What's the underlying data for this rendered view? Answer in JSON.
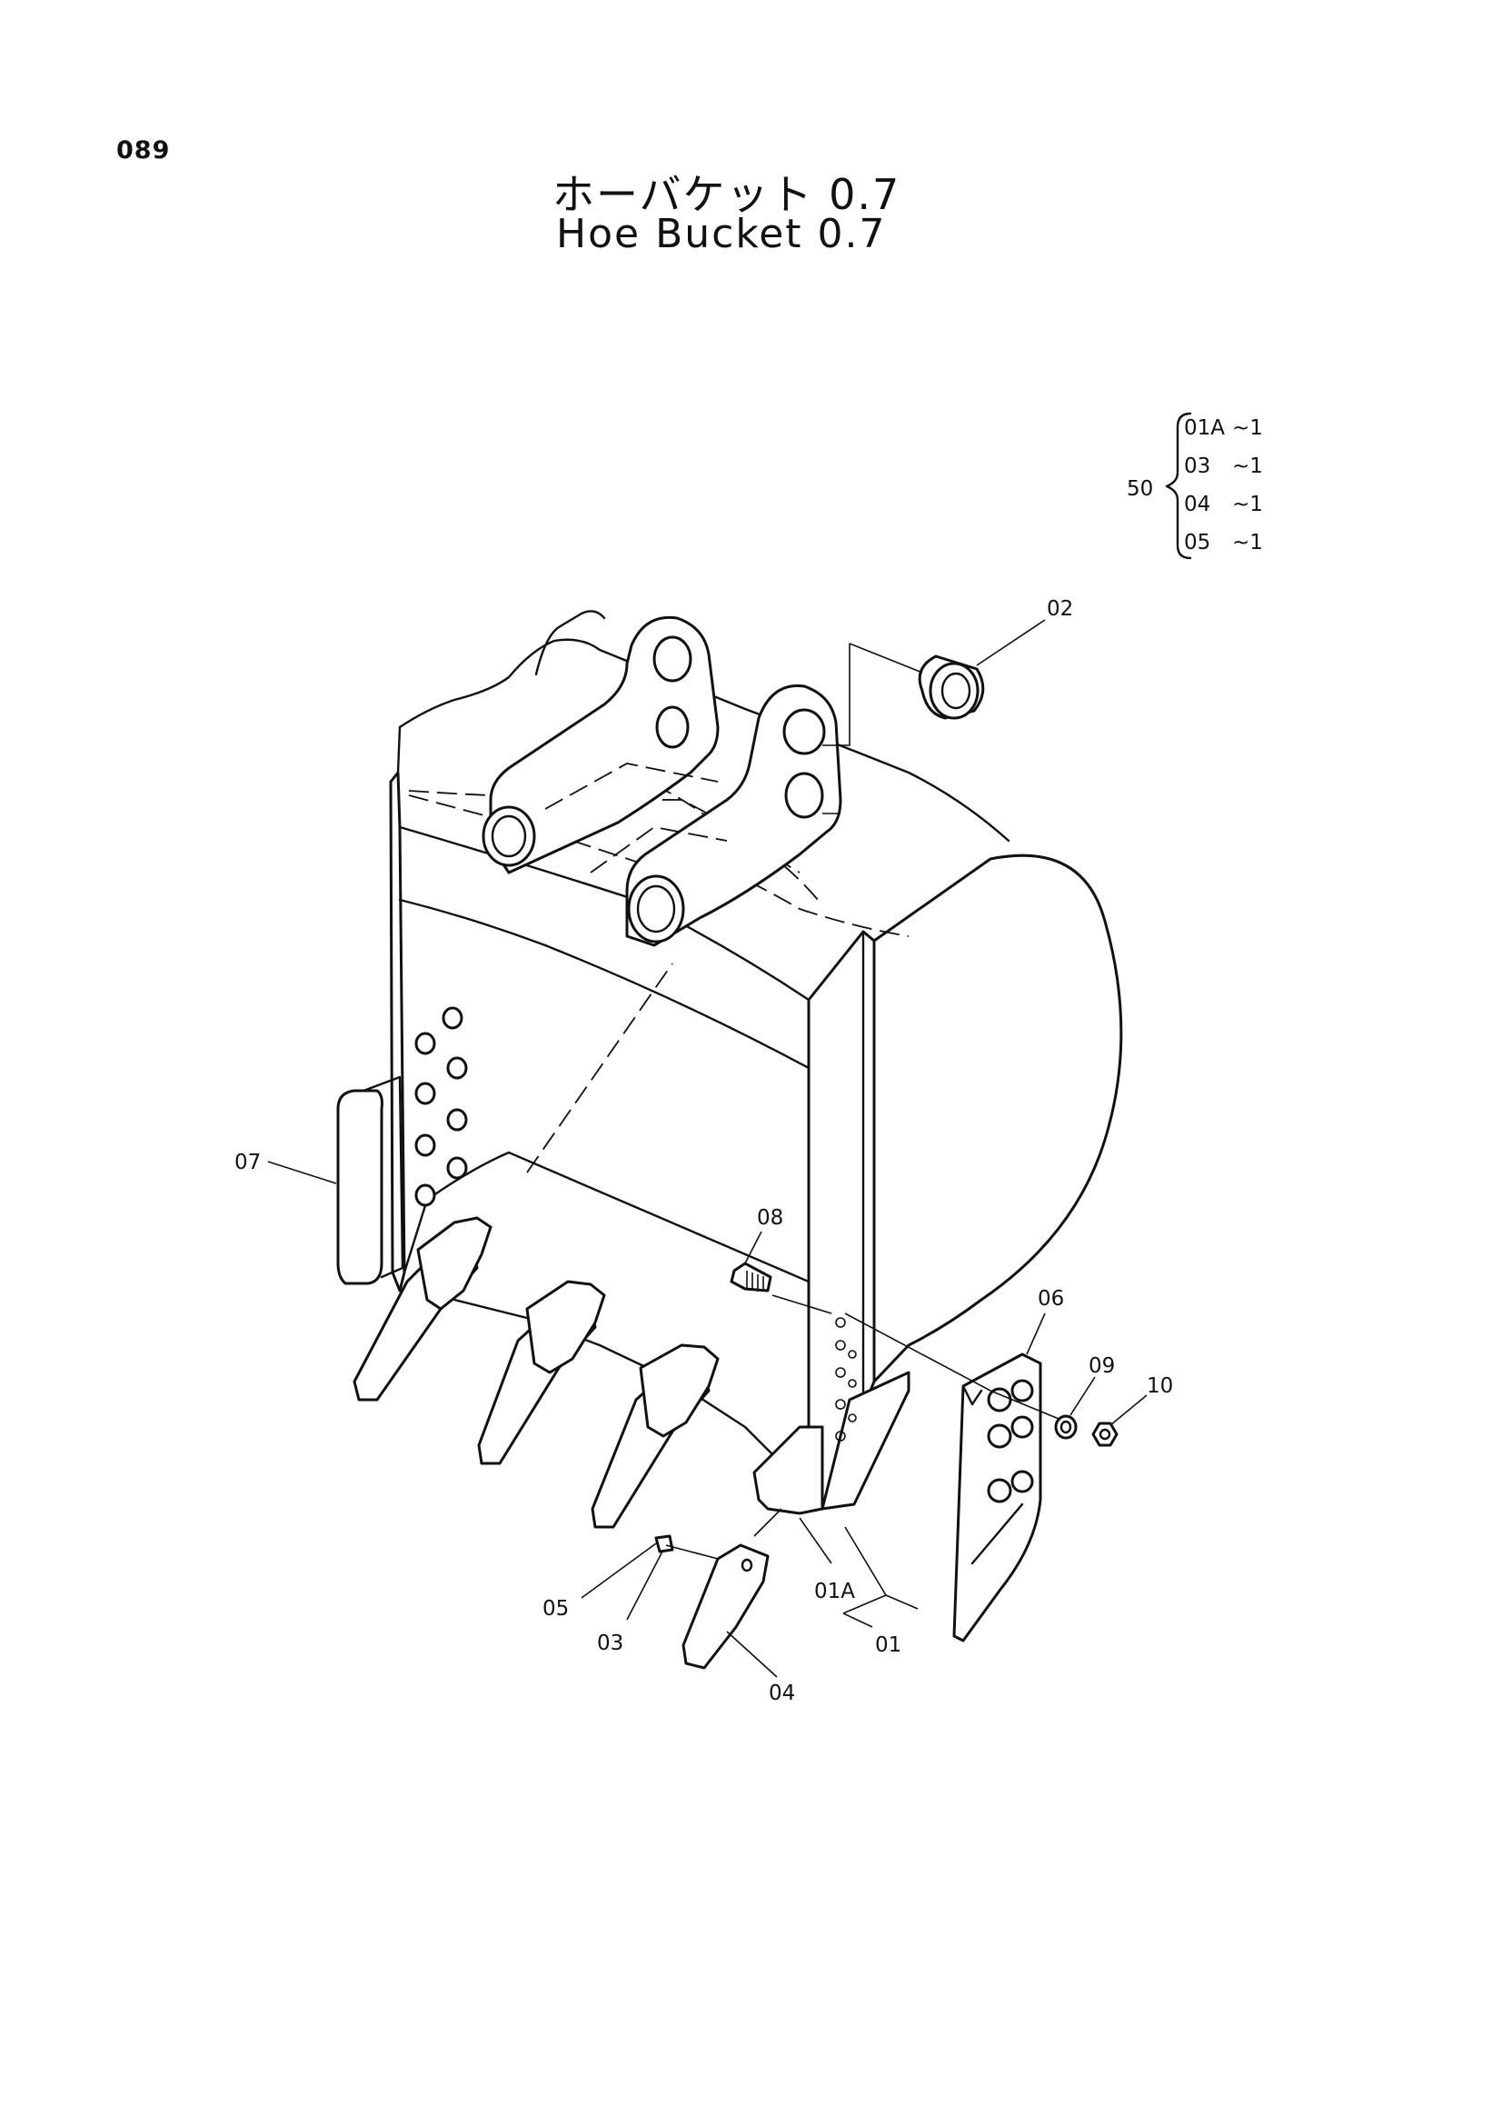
{
  "page": {
    "number": "089"
  },
  "title": {
    "japanese": "ホーバケット 0.7",
    "english": "Hoe Bucket 0.7"
  },
  "kit": {
    "number": "50",
    "items": [
      {
        "part": "01A",
        "qty": "~1"
      },
      {
        "part": "03",
        "qty": "~1"
      },
      {
        "part": "04",
        "qty": "~1"
      },
      {
        "part": "05",
        "qty": "~1"
      }
    ]
  },
  "callouts": {
    "c01": "01",
    "c01a": "01A",
    "c02": "02",
    "c03": "03",
    "c04": "04",
    "c05": "05",
    "c06": "06",
    "c07": "07",
    "c08": "08",
    "c09": "09",
    "c10": "10"
  }
}
